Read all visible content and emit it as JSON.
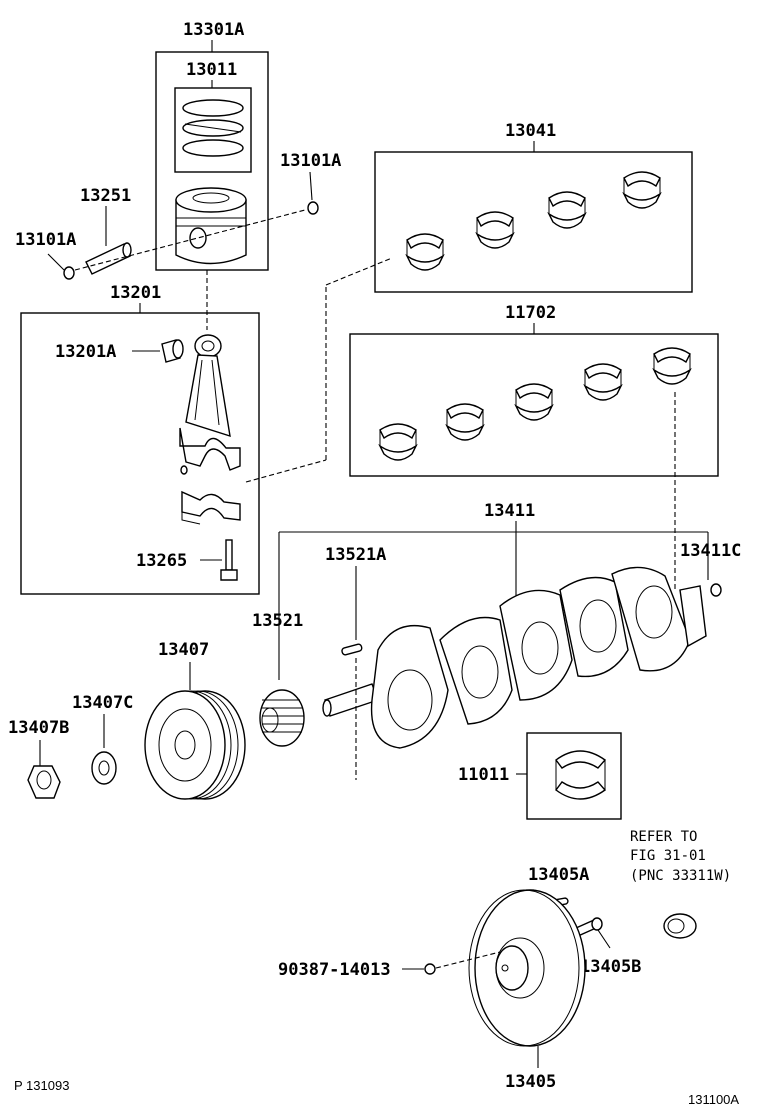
{
  "labels": {
    "p13301A": "13301A",
    "p13011": "13011",
    "p13101A_right": "13101A",
    "p13251": "13251",
    "p13101A_left": "13101A",
    "p13201": "13201",
    "p13201A": "13201A",
    "p13265": "13265",
    "p13041": "13041",
    "p11702": "11702",
    "p13411": "13411",
    "p13521A": "13521A",
    "p13411C": "13411C",
    "p13521": "13521",
    "p13407": "13407",
    "p13407C": "13407C",
    "p13407B": "13407B",
    "p11011": "11011",
    "p13405A": "13405A",
    "p13405B": "13405B",
    "p90387": "90387-14013",
    "p13405": "13405"
  },
  "refer_note": {
    "line1": "REFER TO",
    "line2": "FIG 31-01",
    "line3": "(PNC 33311W)"
  },
  "footer": {
    "left": "P 131093",
    "right": "131100A"
  }
}
